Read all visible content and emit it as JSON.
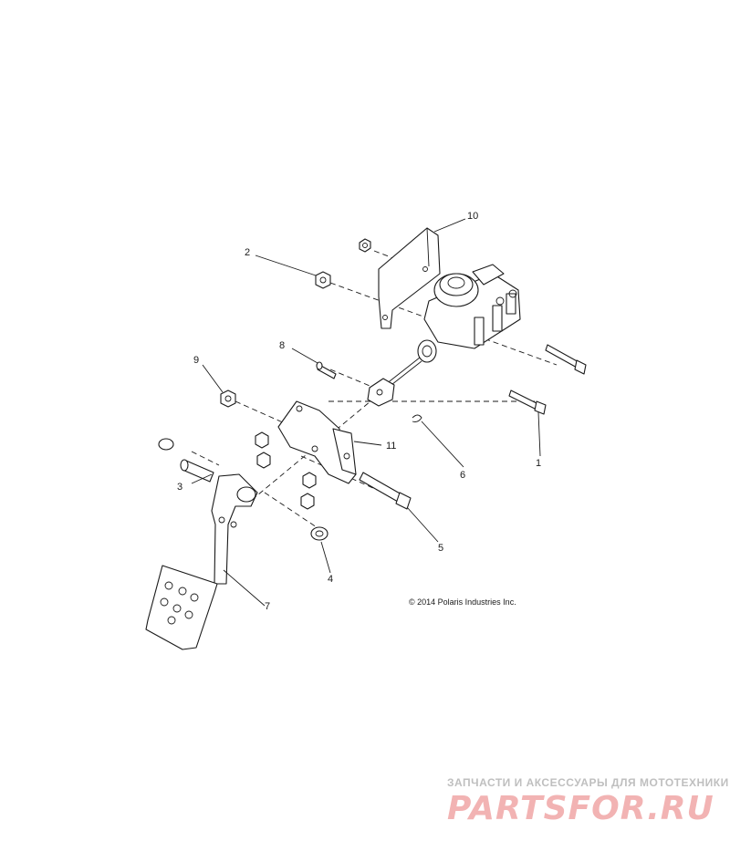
{
  "callouts": [
    "1",
    "2",
    "3",
    "4",
    "5",
    "6",
    "7",
    "8",
    "9",
    "10",
    "11"
  ],
  "copyright": "© 2014 Polaris Industries Inc.",
  "watermark": {
    "tagline": "ЗАПЧАСТИ И АКСЕССУАРЫ ДЛЯ МОТОТЕХНИКИ",
    "logo": "PARTSFOR.RU",
    "tagline_color": "#bfbfbf",
    "logo_color": "#f2b3b3"
  }
}
